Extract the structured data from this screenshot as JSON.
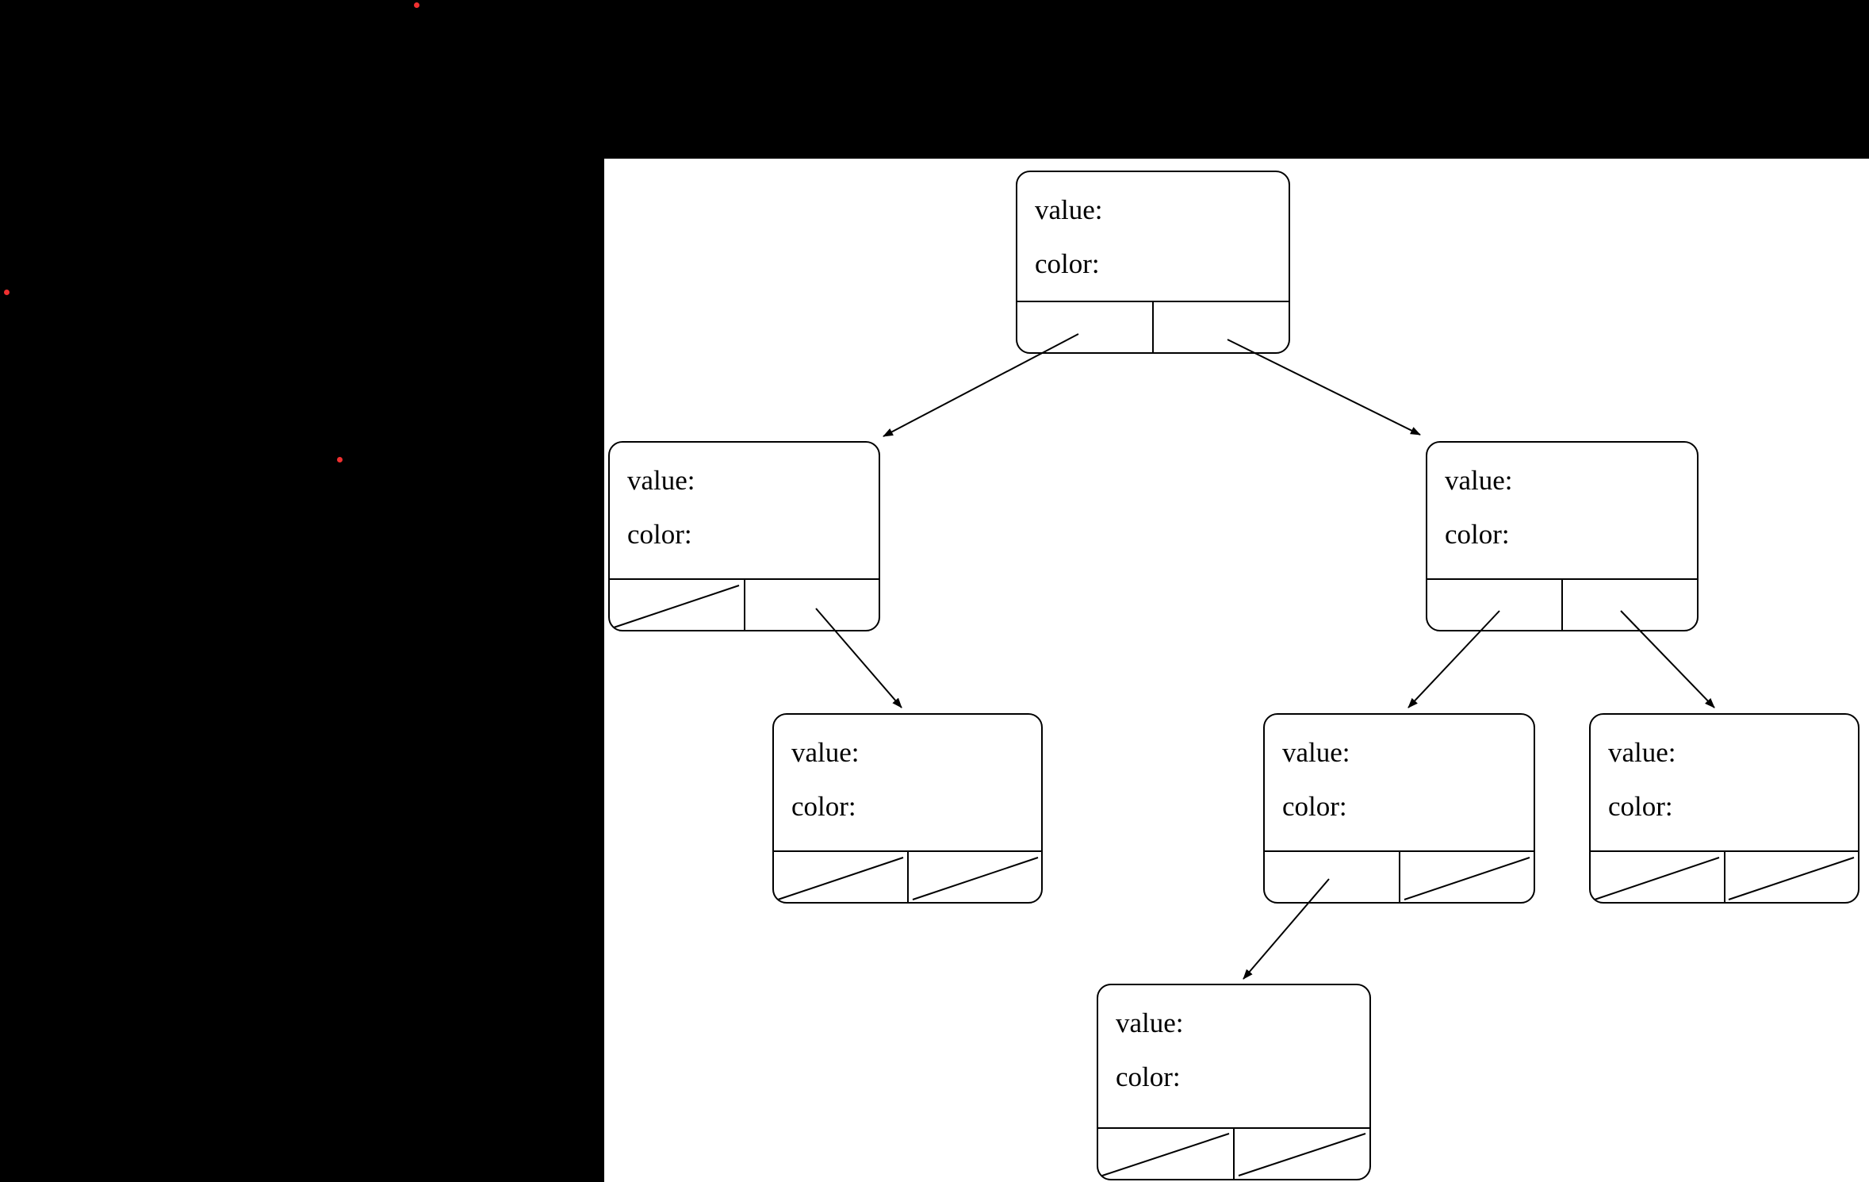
{
  "page": {
    "background_color": "#000000",
    "canvas_color": "#ffffff",
    "marker_dot_color": "#f03030"
  },
  "diagram": {
    "type": "binary-tree",
    "node_fields": [
      "value:",
      "color:"
    ]
  },
  "nodes": [
    {
      "id": "root",
      "value_label": "value:",
      "color_label": "color:",
      "left_null": false,
      "right_null": false
    },
    {
      "id": "left-child",
      "value_label": "value:",
      "color_label": "color:",
      "left_null": true,
      "right_null": false
    },
    {
      "id": "right-child",
      "value_label": "value:",
      "color_label": "color:",
      "left_null": false,
      "right_null": false
    },
    {
      "id": "left-right",
      "value_label": "value:",
      "color_label": "color:",
      "left_null": true,
      "right_null": true
    },
    {
      "id": "right-left",
      "value_label": "value:",
      "color_label": "color:",
      "left_null": false,
      "right_null": true
    },
    {
      "id": "right-right",
      "value_label": "value:",
      "color_label": "color:",
      "left_null": true,
      "right_null": true
    },
    {
      "id": "right-left-left",
      "value_label": "value:",
      "color_label": "color:",
      "left_null": true,
      "right_null": true
    }
  ],
  "edges": [
    {
      "from": "root.left",
      "to": "left-child"
    },
    {
      "from": "root.right",
      "to": "right-child"
    },
    {
      "from": "left-child.right",
      "to": "left-right"
    },
    {
      "from": "right-child.left",
      "to": "right-left"
    },
    {
      "from": "right-child.right",
      "to": "right-right"
    },
    {
      "from": "right-left.left",
      "to": "right-left-left"
    }
  ]
}
